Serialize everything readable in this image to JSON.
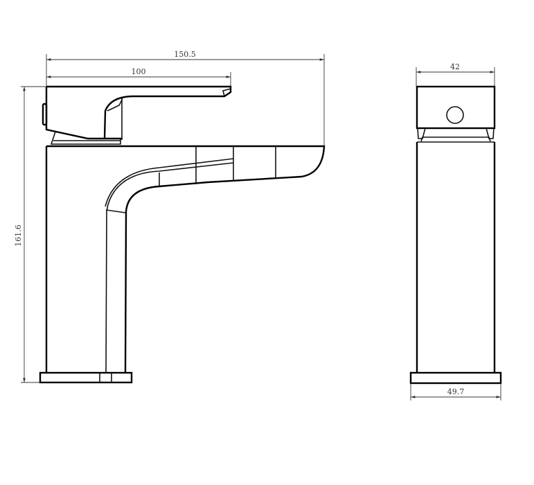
{
  "drawing": {
    "side_view": {
      "dimensions": {
        "overall_length": "150.5",
        "handle_length": "100",
        "overall_height": "161.6"
      }
    },
    "front_view": {
      "dimensions": {
        "body_width": "42",
        "base_width": "49.7"
      }
    },
    "line_color": "#111111"
  }
}
